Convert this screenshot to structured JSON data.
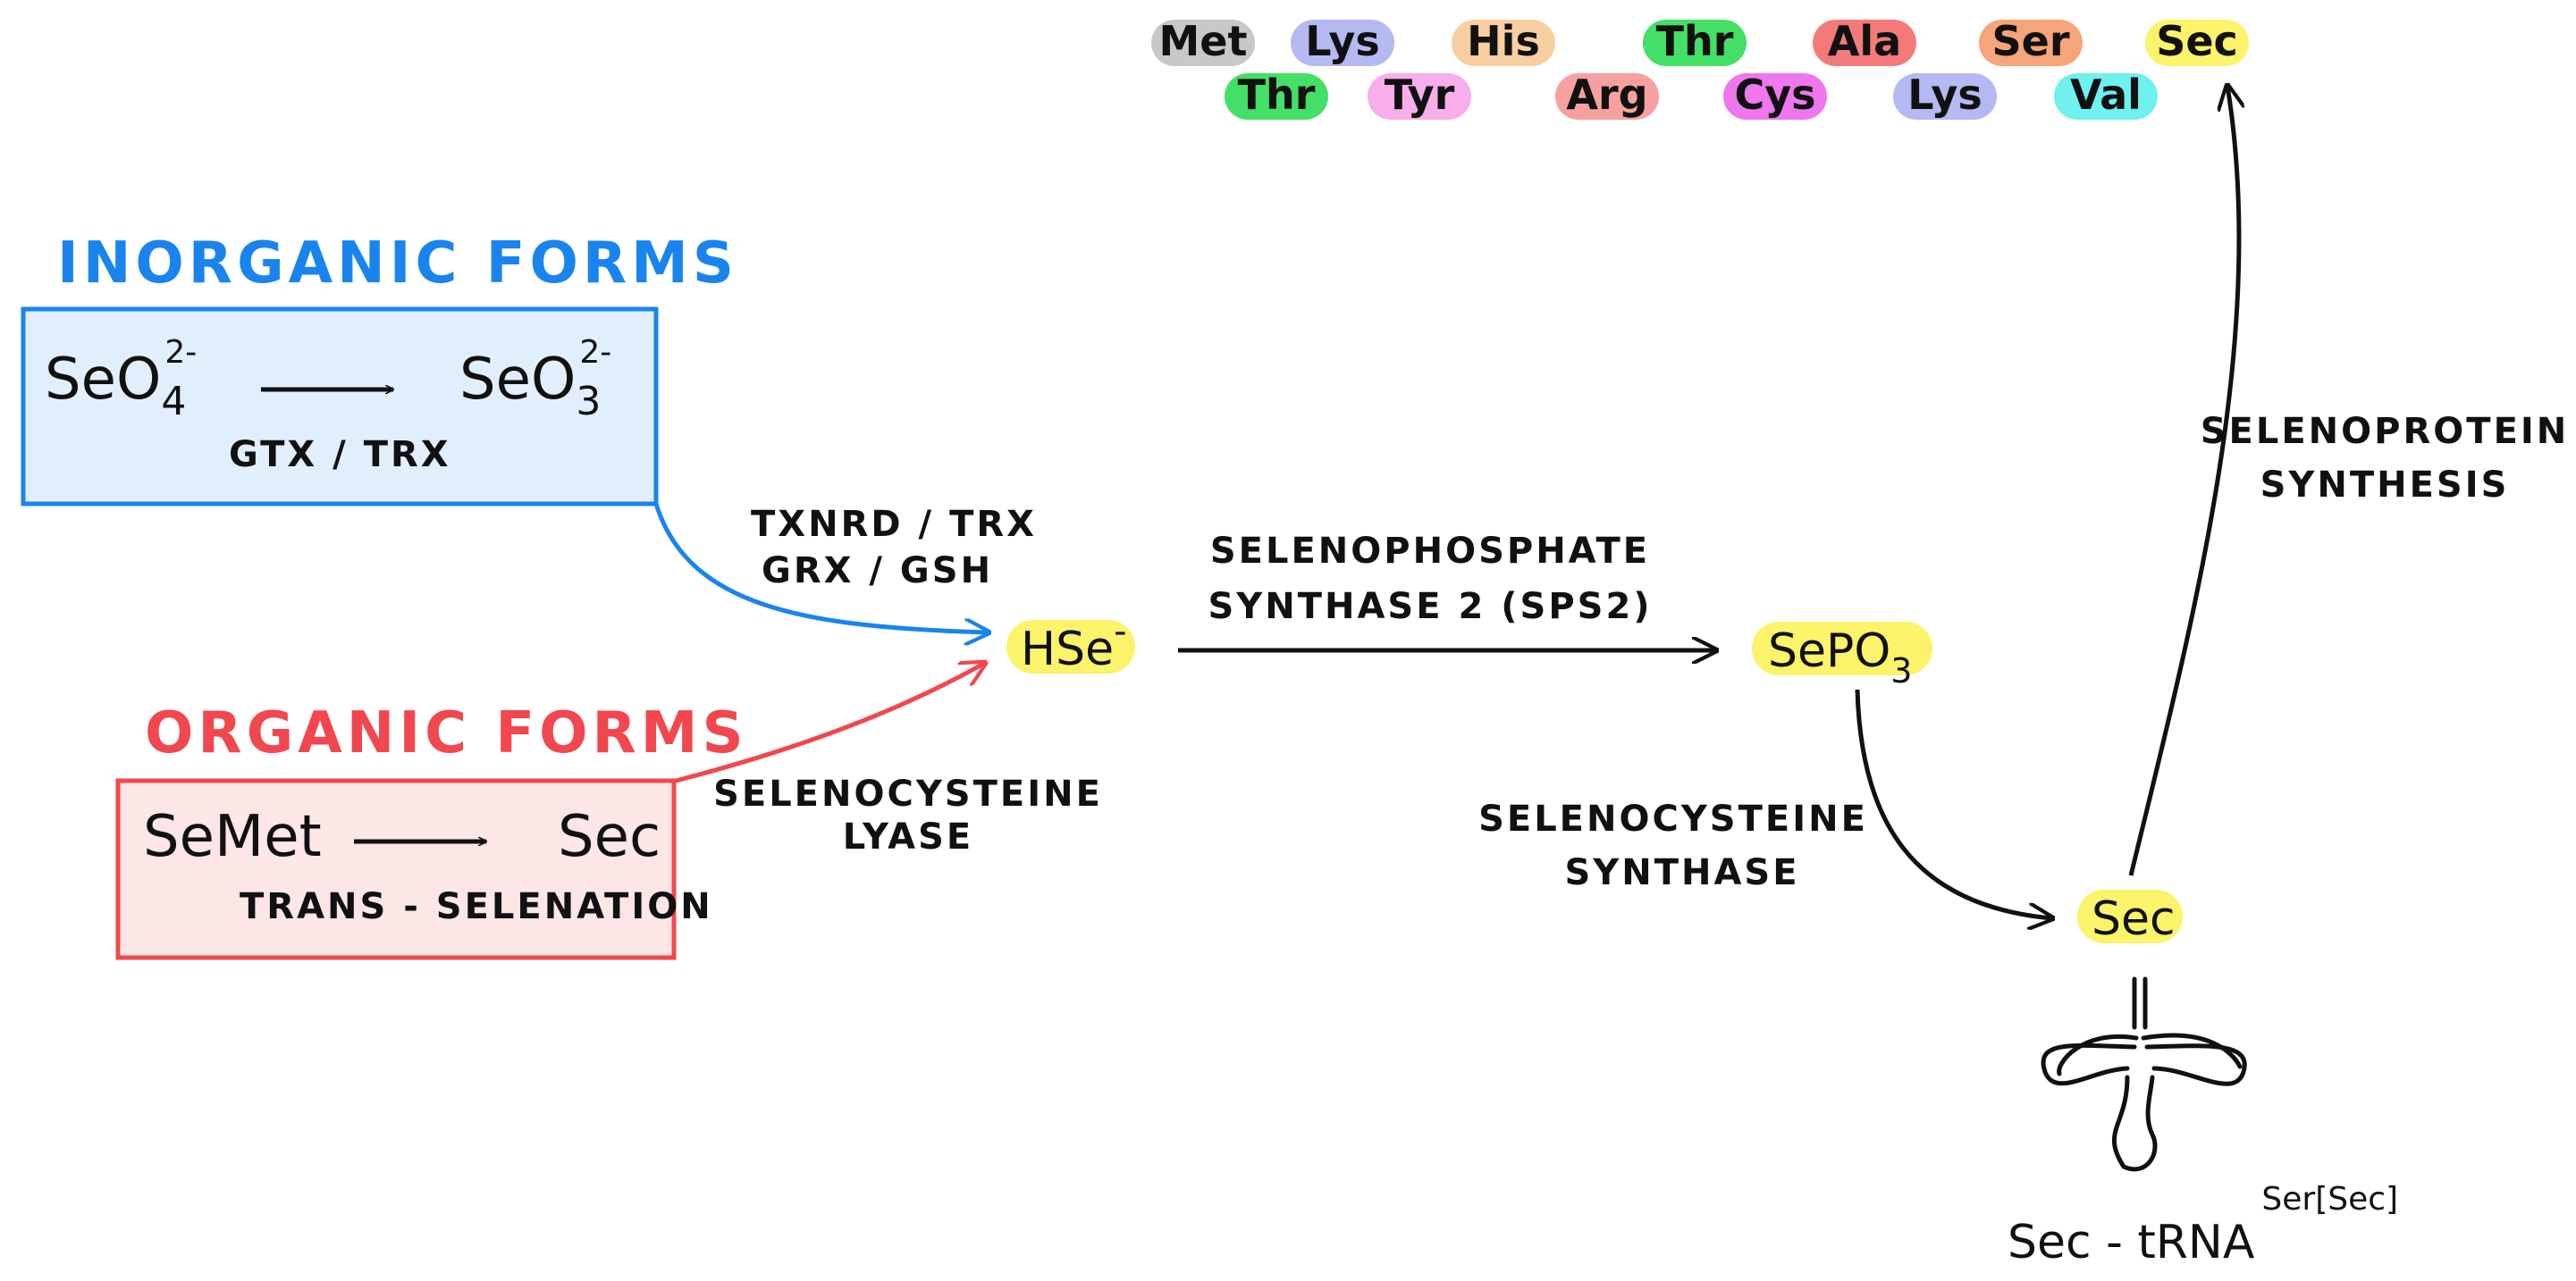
{
  "peptide": {
    "row1": [
      {
        "label": "Met",
        "color": "#c8c8c8"
      },
      {
        "label": "Lys",
        "color": "#b4b9f2"
      },
      {
        "label": "His",
        "color": "#f8cfa0"
      },
      {
        "label": "Thr",
        "color": "#44df66"
      },
      {
        "label": "Ala",
        "color": "#f47a7a"
      },
      {
        "label": "Ser",
        "color": "#f6a479"
      },
      {
        "label": "Sec",
        "color": "#fbf36a"
      }
    ],
    "row2": [
      {
        "label": "Thr",
        "color": "#44df66"
      },
      {
        "label": "Tyr",
        "color": "#f7aeea"
      },
      {
        "label": "Arg",
        "color": "#f6a0a0"
      },
      {
        "label": "Cys",
        "color": "#ee77ee"
      },
      {
        "label": "Lys",
        "color": "#b4b9f2"
      },
      {
        "label": "Val",
        "color": "#6ef1ef"
      }
    ]
  },
  "inorganic": {
    "title": "INORGANIC FORMS",
    "color": "#1a84ee",
    "fill": "#e1effd",
    "from_base": "SeO",
    "from_sub": "4",
    "from_sup": "2-",
    "to_base": "SeO",
    "to_sub": "3",
    "to_sup": "2-",
    "enzyme": "GTX / TRX"
  },
  "organic": {
    "title": "ORGANIC FORMS",
    "color": "#f2474f",
    "fill": "#fde6e6",
    "from": "SeMet",
    "to": "Sec",
    "process": "TRANS - SELENATION"
  },
  "reduction_enzymes": {
    "line1": "TXNRD / TRX",
    "line2": "GRX / GSH"
  },
  "lyase": {
    "line1": "SELENOCYSTEINE",
    "line2": "LYASE"
  },
  "hse": {
    "base": "HSe",
    "sup": "-"
  },
  "sps2": {
    "line1": "SELENOPHOSPHATE",
    "line2": "SYNTHASE 2 (SPS2)"
  },
  "sepo3": {
    "base": "SePO",
    "sub": "3"
  },
  "sec_synthase": {
    "line1": "SELENOCYSTEINE",
    "line2": "SYNTHASE"
  },
  "sec_node": {
    "label": "Sec"
  },
  "trna": {
    "base": "Sec - tRNA",
    "sup": "Ser[Sec]"
  },
  "selenoprotein": {
    "line1": "SELENOPROTEIN",
    "line2": "SYNTHESIS"
  },
  "highlight_color": "#fbf36a"
}
